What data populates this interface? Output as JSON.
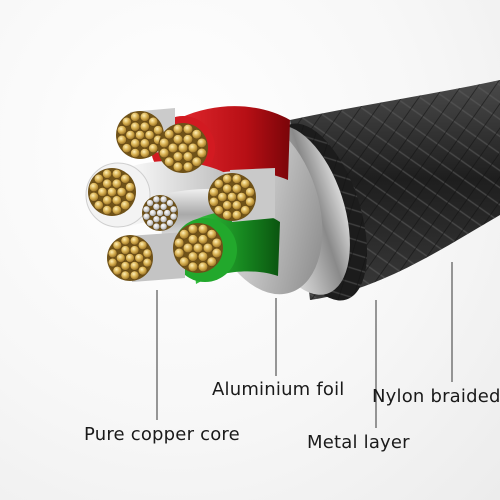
{
  "labels": {
    "copper_core": "Pure copper core",
    "aluminium_foil": "Aluminium foil",
    "metal_layer": "Metal layer",
    "nylon_braided": "Nylon braided"
  },
  "colors": {
    "background": "#f4f4f4",
    "red_insulation": "#c8141b",
    "green_insulation": "#1f9a2a",
    "white_insulation": "#eeeeee",
    "copper": "#c9a548",
    "silver_wire": "#d9d9d9",
    "braid": "#2a2a2a",
    "leader_line": "#555555"
  },
  "icons": {
    "cable": "cable-cross-section-illustration"
  }
}
